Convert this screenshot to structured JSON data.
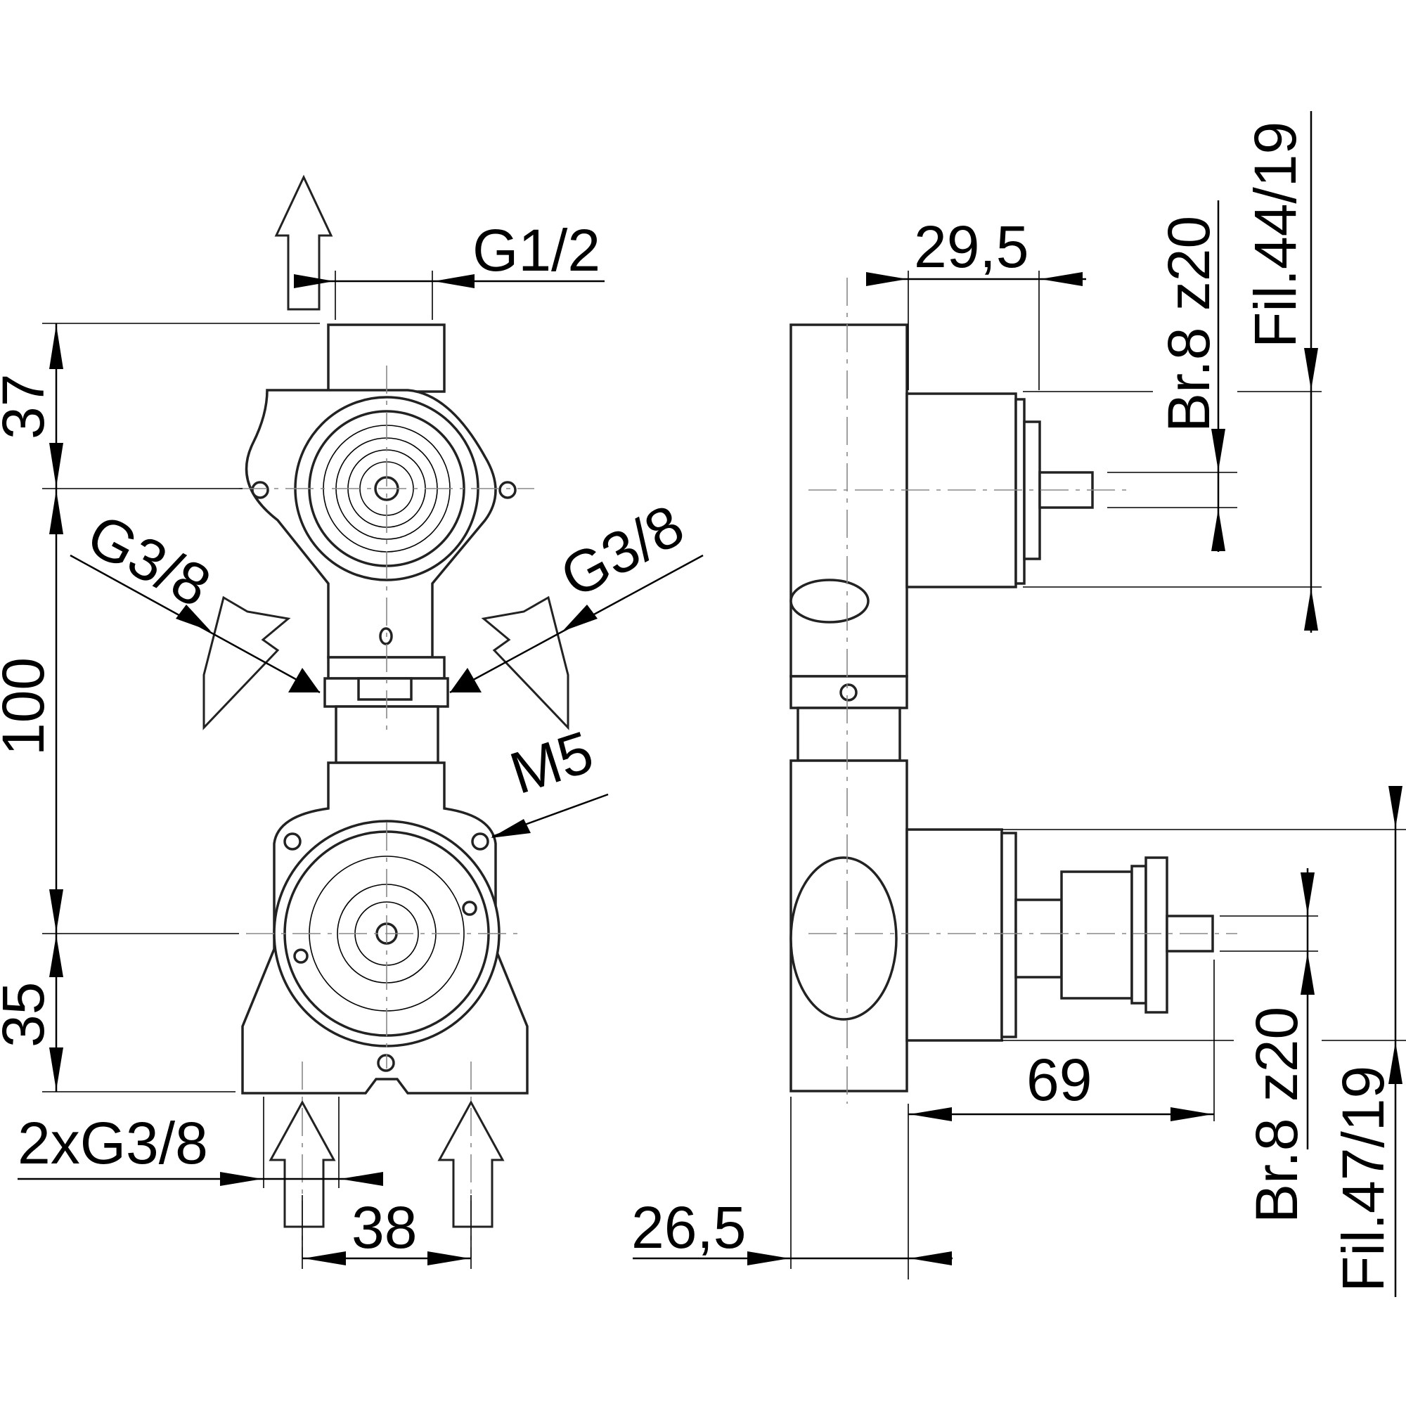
{
  "drawing": {
    "title": "Concealed valve body technical drawing",
    "views": [
      "front-view",
      "side-view"
    ],
    "dimensions": {
      "top_outlet_thread": "G1/2",
      "upper_height": "37",
      "center_distance": "100",
      "lower_height": "35",
      "left_outlet_thread": "G3/8",
      "right_outlet_thread": "G3/8",
      "mounting_screw": "M5",
      "inlet_threads": "2xG3/8",
      "inlet_spacing": "38",
      "upper_spindle_depth": "29,5",
      "upper_spline": "Br.8 z20",
      "upper_fil": "Fil.44/19",
      "body_depth": "26,5",
      "lower_spindle_depth": "69",
      "lower_spline": "Br.8 z20",
      "lower_fil": "Fil.47/19"
    }
  }
}
